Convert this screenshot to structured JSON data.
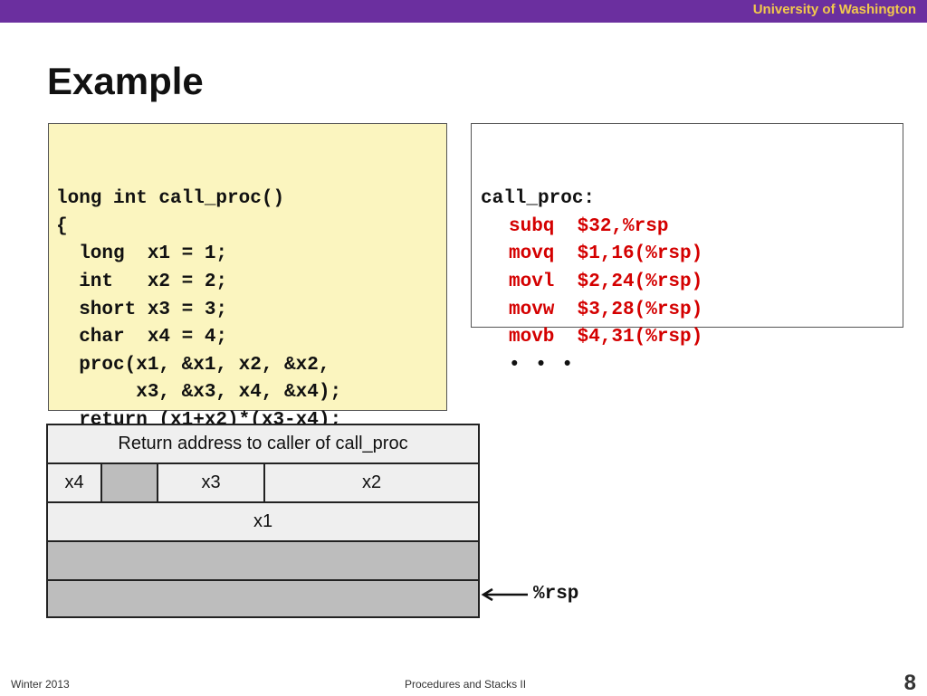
{
  "header": {
    "institution": "University of Washington"
  },
  "slide": {
    "title": "Example"
  },
  "c_code": {
    "lines": [
      "long int call_proc()",
      "{",
      "  long  x1 = 1;",
      "  int   x2 = 2;",
      "  short x3 = 3;",
      "  char  x4 = 4;",
      "  proc(x1, &x1, x2, &x2,",
      "       x3, &x3, x4, &x4);",
      "  return (x1+x2)*(x3-x4);",
      "}"
    ]
  },
  "asm": {
    "label": "call_proc:",
    "instructions": [
      "subq  $32,%rsp",
      "movq  $1,16(%rsp)",
      "movl  $2,24(%rsp)",
      "movw  $3,28(%rsp)",
      "movb  $4,31(%rsp)"
    ],
    "continuation": "• • •"
  },
  "stack": {
    "return_address": "Return address to caller of call_proc",
    "x4": "x4",
    "x3": "x3",
    "x2": "x2",
    "x1": "x1",
    "rsp_label": "%rsp"
  },
  "colors": {
    "header_bar": "#6b2f9f",
    "header_text": "#f2c94c",
    "code_box": "#fbf5bf",
    "asm_instruction": "#d40000",
    "stack_cell": "#efefef",
    "stack_shaded": "#bdbdbd"
  },
  "footer": {
    "term": "Winter 2013",
    "topic": "Procedures and Stacks II",
    "page": "8"
  }
}
